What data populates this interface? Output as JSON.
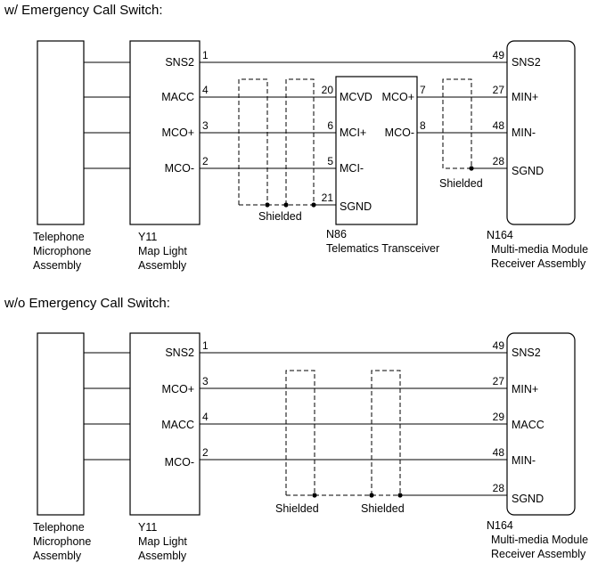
{
  "top": {
    "heading": "w/ Emergency Call Switch:",
    "telephone_lines": [
      "Telephone",
      "Microphone",
      "Assembly"
    ],
    "y11": {
      "code": "Y11",
      "name_lines": [
        "Map Light",
        "Assembly"
      ],
      "terminals": [
        "SNS2",
        "MACC",
        "MCO+",
        "MCO-"
      ]
    },
    "n86": {
      "code": "N86",
      "name_lines": [
        "Telematics Transceiver"
      ],
      "terminals_left": [
        "MCVD",
        "MCI+",
        "MCI-",
        "SGND"
      ],
      "terminals_right": [
        "MCO+",
        "MCO-"
      ]
    },
    "n164": {
      "code": "N164",
      "name_lines": [
        "Multi-media Module",
        "Receiver Assembly"
      ],
      "terminals": [
        "SNS2",
        "MIN+",
        "MIN-",
        "SGND"
      ]
    },
    "pins": {
      "y11": [
        "1",
        "4",
        "3",
        "2"
      ],
      "n86_left": [
        "20",
        "6",
        "5",
        "21"
      ],
      "n86_right": [
        "7",
        "8"
      ],
      "n164": [
        "49",
        "27",
        "48",
        "28"
      ]
    },
    "shield_labels": [
      "Shielded",
      "Shielded"
    ]
  },
  "bottom": {
    "heading": "w/o Emergency Call Switch:",
    "telephone_lines": [
      "Telephone",
      "Microphone",
      "Assembly"
    ],
    "y11": {
      "code": "Y11",
      "name_lines": [
        "Map Light",
        "Assembly"
      ],
      "terminals": [
        "SNS2",
        "MCO+",
        "MACC",
        "MCO-"
      ]
    },
    "n164": {
      "code": "N164",
      "name_lines": [
        "Multi-media Module",
        "Receiver Assembly"
      ],
      "terminals": [
        "SNS2",
        "MIN+",
        "MACC",
        "MIN-",
        "SGND"
      ]
    },
    "pins": {
      "y11": [
        "1",
        "3",
        "4",
        "2"
      ],
      "n164": [
        "49",
        "27",
        "29",
        "48",
        "28"
      ]
    },
    "shield_labels": [
      "Shielded",
      "Shielded"
    ]
  }
}
